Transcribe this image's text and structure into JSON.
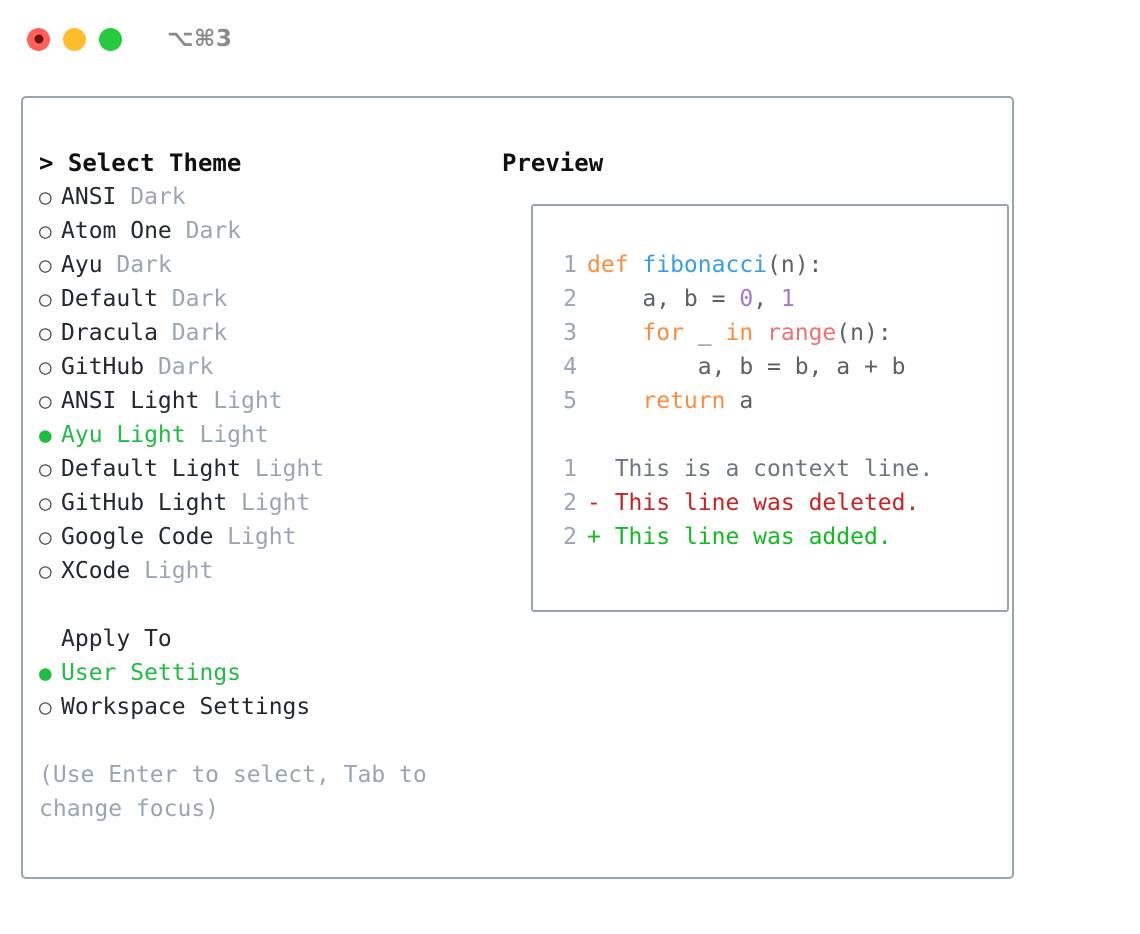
{
  "window": {
    "title": "⌥⌘3",
    "traffic_lights": [
      {
        "name": "close",
        "color": "#ff6058"
      },
      {
        "name": "minimize",
        "color": "#ffbd2e"
      },
      {
        "name": "maximize",
        "color": "#27c93f"
      }
    ]
  },
  "left": {
    "heading": "> Select Theme",
    "themes": [
      {
        "bullet": "○",
        "name": "ANSI",
        "tag": "Dark",
        "selected": false
      },
      {
        "bullet": "○",
        "name": "Atom One",
        "tag": "Dark",
        "selected": false
      },
      {
        "bullet": "○",
        "name": "Ayu",
        "tag": "Dark",
        "selected": false
      },
      {
        "bullet": "○",
        "name": "Default",
        "tag": "Dark",
        "selected": false
      },
      {
        "bullet": "○",
        "name": "Dracula",
        "tag": "Dark",
        "selected": false
      },
      {
        "bullet": "○",
        "name": "GitHub",
        "tag": "Dark",
        "selected": false
      },
      {
        "bullet": "○",
        "name": "ANSI Light",
        "tag": "Light",
        "selected": false
      },
      {
        "bullet": "●",
        "name": "Ayu Light",
        "tag": "Light",
        "selected": true
      },
      {
        "bullet": "○",
        "name": "Default Light",
        "tag": "Light",
        "selected": false
      },
      {
        "bullet": "○",
        "name": "GitHub Light",
        "tag": "Light",
        "selected": false
      },
      {
        "bullet": "○",
        "name": "Google Code",
        "tag": "Light",
        "selected": false
      },
      {
        "bullet": "○",
        "name": "XCode",
        "tag": "Light",
        "selected": false
      }
    ],
    "apply_to": {
      "heading": "Apply To",
      "options": [
        {
          "bullet": "●",
          "name": "User Settings",
          "selected": true
        },
        {
          "bullet": "○",
          "name": "Workspace Settings",
          "selected": false
        }
      ]
    },
    "hint": "(Use Enter to select, Tab to change focus)"
  },
  "right": {
    "heading": "Preview",
    "code_lines": [
      {
        "num": "1",
        "tokens": [
          {
            "text": "def ",
            "kind": "kw"
          },
          {
            "text": "fibonacci",
            "kind": "fn"
          },
          {
            "text": "(n):",
            "kind": "plain"
          }
        ]
      },
      {
        "num": "2",
        "tokens": [
          {
            "text": "    a, b = ",
            "kind": "plain"
          },
          {
            "text": "0",
            "kind": "num"
          },
          {
            "text": ", ",
            "kind": "plain"
          },
          {
            "text": "1",
            "kind": "num"
          }
        ]
      },
      {
        "num": "3",
        "tokens": [
          {
            "text": "    ",
            "kind": "plain"
          },
          {
            "text": "for",
            "kind": "kw"
          },
          {
            "text": " _ ",
            "kind": "plain"
          },
          {
            "text": "in",
            "kind": "kw"
          },
          {
            "text": " ",
            "kind": "plain"
          },
          {
            "text": "range",
            "kind": "bi"
          },
          {
            "text": "(n):",
            "kind": "plain"
          }
        ]
      },
      {
        "num": "4",
        "tokens": [
          {
            "text": "        a, b = b, a + b",
            "kind": "plain"
          }
        ]
      },
      {
        "num": "5",
        "tokens": [
          {
            "text": "    ",
            "kind": "plain"
          },
          {
            "text": "return",
            "kind": "kw"
          },
          {
            "text": " a",
            "kind": "plain"
          }
        ]
      }
    ],
    "diff_lines": [
      {
        "num": "1",
        "marker": " ",
        "text": "This is a context line.",
        "kind": "context"
      },
      {
        "num": "2",
        "marker": "-",
        "text": "This line was deleted.",
        "kind": "deleted"
      },
      {
        "num": "2",
        "marker": "+",
        "text": "This line was added.",
        "kind": "added"
      }
    ]
  },
  "palette": {
    "keyword": "#fa8d3e",
    "function": "#399ee6",
    "builtin": "#f07171",
    "number": "#a37acc",
    "plain": "#5c6166",
    "muted": "#9aa5b4",
    "selected": "#22bb44",
    "deleted": "#cc2222",
    "added": "#11bb22",
    "border": "#9aa5b4"
  }
}
